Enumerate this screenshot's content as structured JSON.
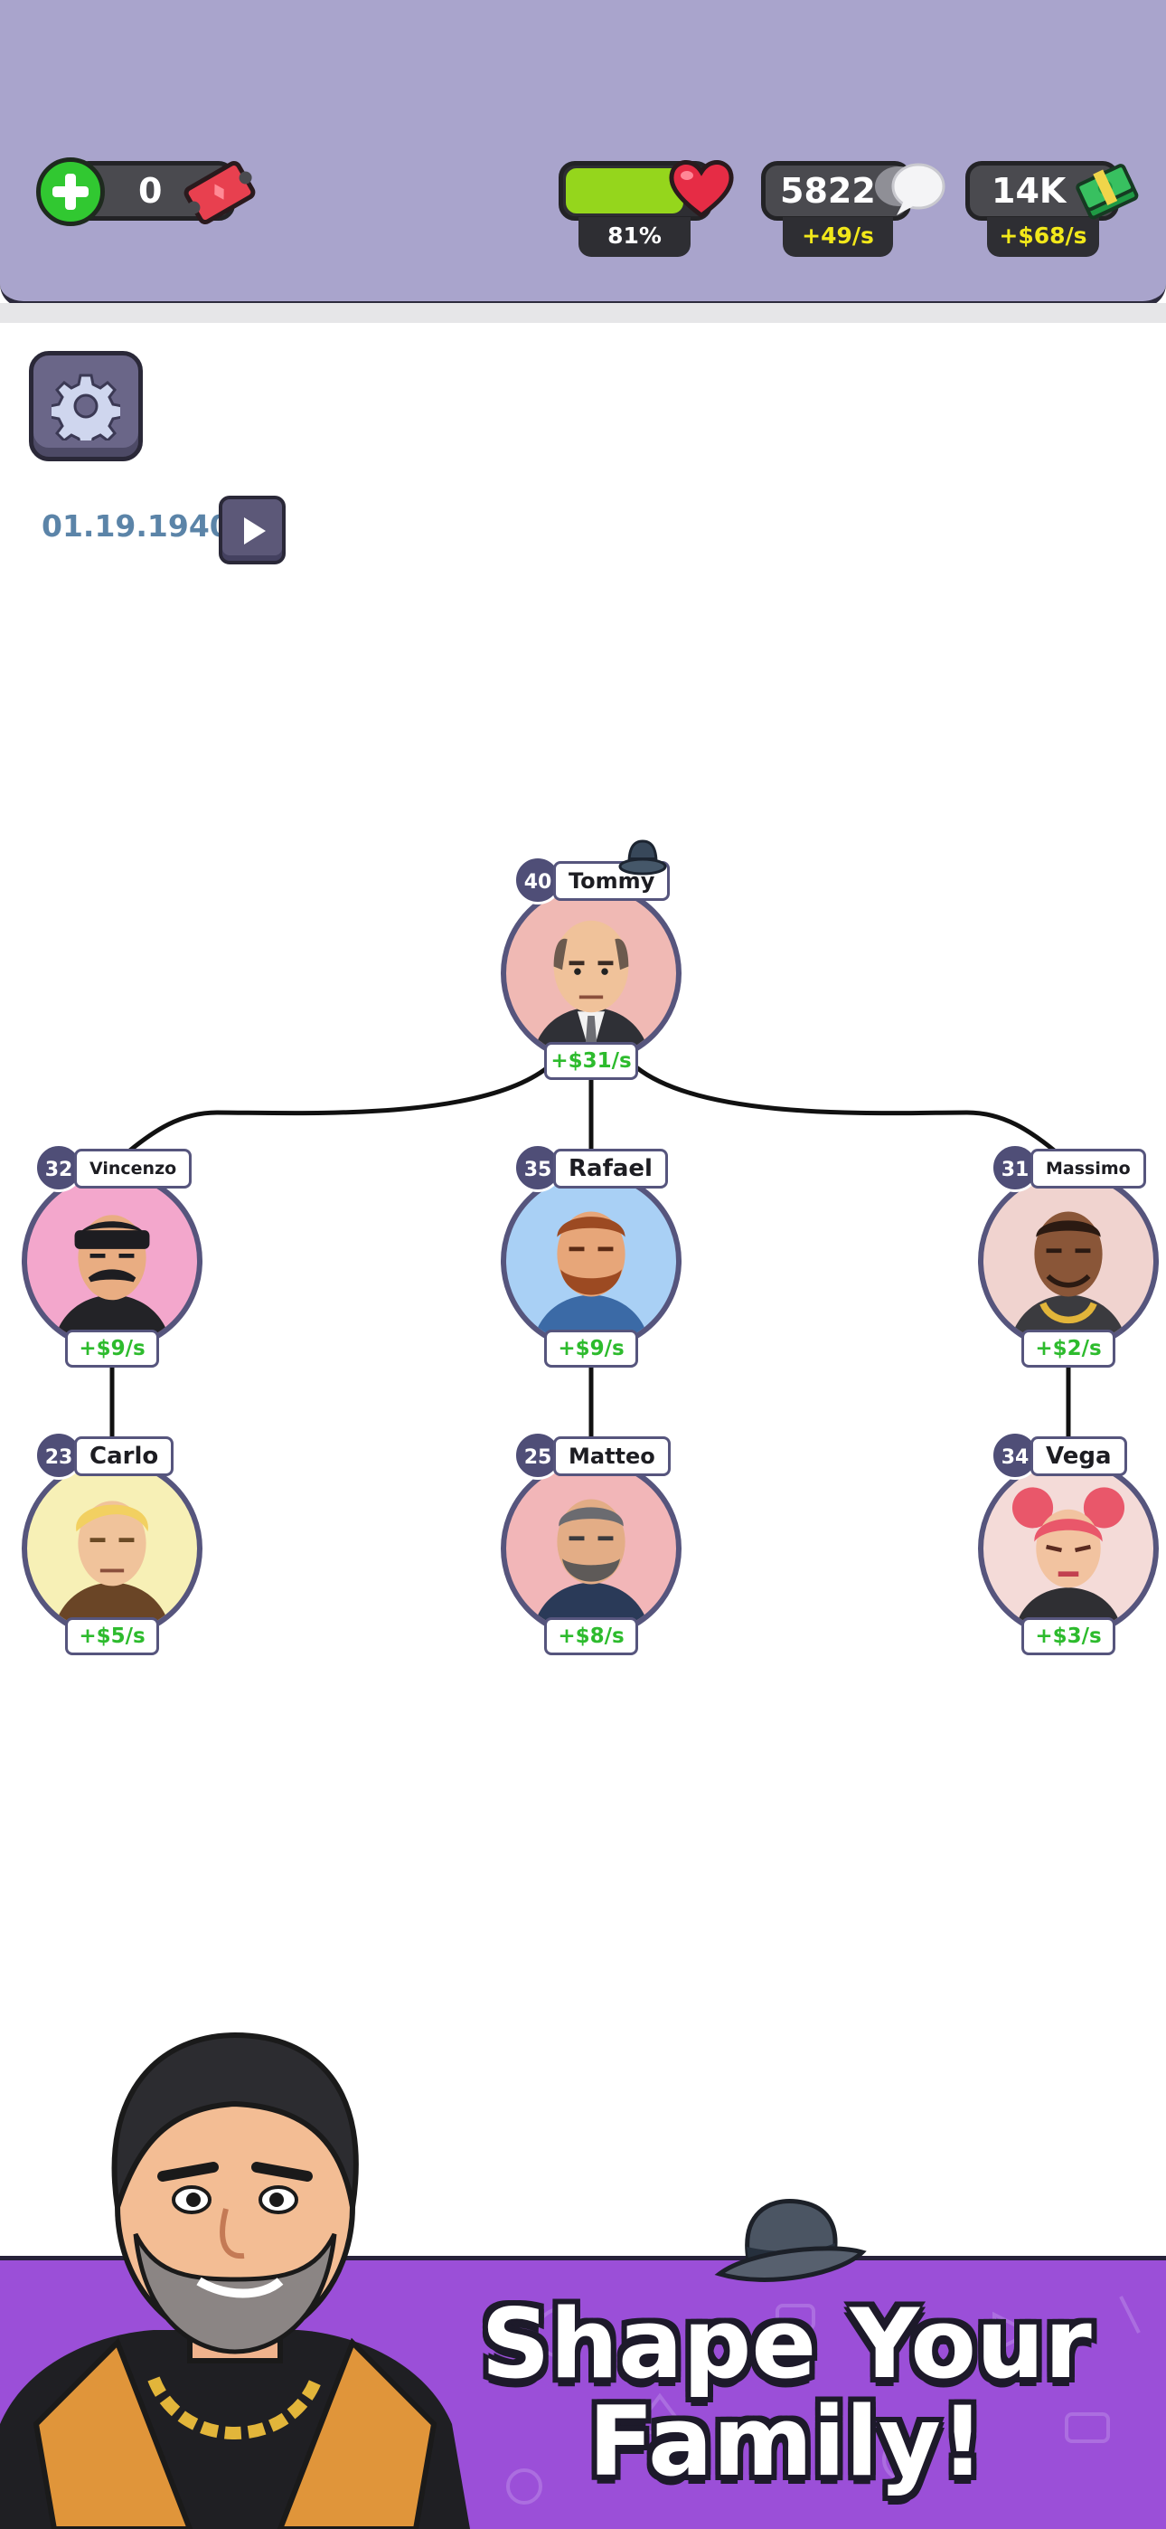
{
  "hud": {
    "tickets": {
      "value": "0"
    },
    "health": {
      "percent_label": "81%",
      "fill_fraction": 0.81
    },
    "respect": {
      "value": "5822",
      "rate": "+49/s"
    },
    "cash": {
      "value": "14K",
      "rate": "+$68/s"
    }
  },
  "date": "01.19.1940",
  "family": {
    "boss": {
      "name": "Tommy",
      "level": "40",
      "income": "+$31/s"
    },
    "members": [
      {
        "name": "Vincenzo",
        "level": "32",
        "income": "+$9/s"
      },
      {
        "name": "Rafael",
        "level": "35",
        "income": "+$9/s"
      },
      {
        "name": "Massimo",
        "level": "31",
        "income": "+$2/s"
      },
      {
        "name": "Carlo",
        "level": "23",
        "income": "+$5/s"
      },
      {
        "name": "Matteo",
        "level": "25",
        "income": "+$8/s"
      },
      {
        "name": "Vega",
        "level": "34",
        "income": "+$3/s"
      }
    ]
  },
  "banner": {
    "line1": "Shape Your",
    "line2": "Family!"
  },
  "colors": {
    "hud_bg": "#a9a4cc",
    "accent_green": "#2dbb2d",
    "banner_purple": "#9b4fd8",
    "node_border": "#56557d",
    "date_blue": "#5b84a8"
  },
  "icons": {
    "add": "plus-icon",
    "ticket": "ticket-icon",
    "health": "heart-icon",
    "respect": "speech-bubble-icon",
    "cash": "money-stack-icon",
    "settings": "gear-icon",
    "play": "play-icon",
    "boss": "fedora-hat-icon"
  }
}
